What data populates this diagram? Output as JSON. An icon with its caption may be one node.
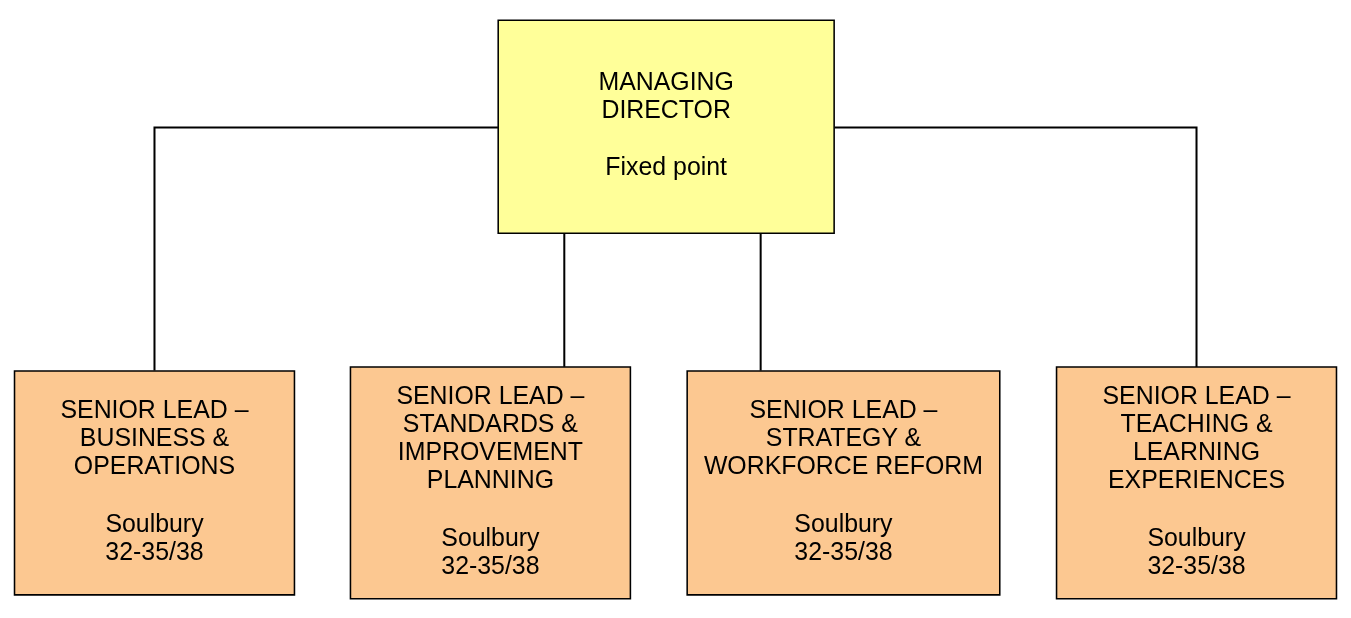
{
  "diagram": {
    "nodes": [
      {
        "text": [
          "MANAGING DIRECTOR",
          "Fixed point"
        ]
      },
      {
        "text": [
          "SENIOR LEAD – BUSINESS & OPERATIONS",
          "Soulbury 32-35/38"
        ]
      },
      {
        "text": [
          "SENIOR LEAD – STANDARDS & IMPROVEMENT PLANNING",
          "Soulbury 32-35/38"
        ]
      },
      {
        "text": [
          "SENIOR LEAD – STRATEGY & WORKFORCE REFORM",
          "Soulbury 32-35/38"
        ]
      },
      {
        "text": [
          "SENIOR LEAD – TEACHING & LEARNING EXPERIENCES",
          "Soulbury 32-35/38"
        ]
      }
    ],
    "edges": [
      {
        "from": 0,
        "to": 1,
        "arrow": "none"
      },
      {
        "from": 0,
        "to": 2,
        "arrow": "none"
      },
      {
        "from": 0,
        "to": 3,
        "arrow": "none"
      },
      {
        "from": 0,
        "to": 4,
        "arrow": "none"
      }
    ]
  }
}
